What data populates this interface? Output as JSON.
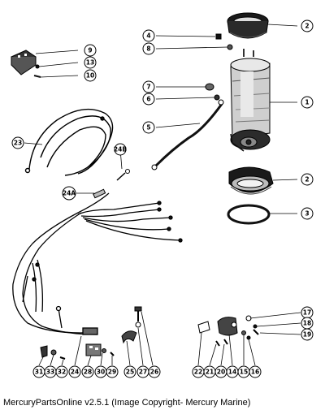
{
  "caption": "MercuryPartsOnline v2.5.1 (Image Copyright- Mercury Marine)",
  "callouts": {
    "c1": "1",
    "c2a": "2",
    "c2b": "2",
    "c3": "3",
    "c4": "4",
    "c5": "5",
    "c6": "6",
    "c7": "7",
    "c8": "8",
    "c9": "9",
    "c10": "10",
    "c13": "13",
    "c14": "14",
    "c15": "15",
    "c16": "16",
    "c17": "17",
    "c18": "18",
    "c19": "19",
    "c20": "20",
    "c21": "21",
    "c22": "22",
    "c23": "23",
    "c24": "24",
    "c24a": "24A",
    "c24b": "24B",
    "c25": "25",
    "c26": "26",
    "c27": "27",
    "c28": "28",
    "c29": "29",
    "c30": "30",
    "c31": "31",
    "c32": "32",
    "c33": "33"
  }
}
